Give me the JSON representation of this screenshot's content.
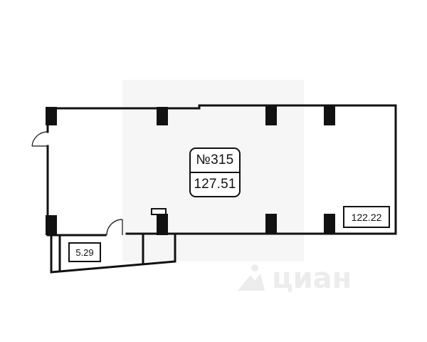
{
  "plan": {
    "unit_number": "№315",
    "unit_area": "127.51",
    "rooms": [
      {
        "id": "main-hall",
        "area": "122.22"
      },
      {
        "id": "small-room",
        "area": "5.29"
      }
    ]
  },
  "watermark": {
    "brand": "циан",
    "color": "#ececec"
  },
  "colors": {
    "wall": "#111111",
    "background": "#ffffff"
  }
}
